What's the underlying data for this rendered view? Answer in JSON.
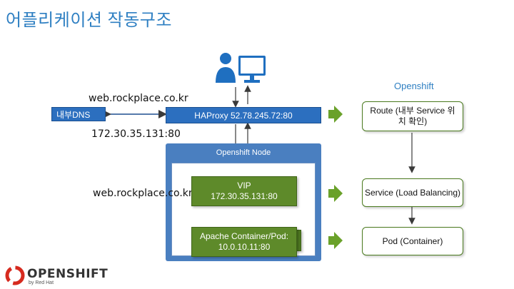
{
  "title": "어플리케이션 작동구조",
  "openshift_label": "Openshift",
  "dns_url_top": "web.rockplace.co.kr",
  "dns_box": "내부DNS",
  "dns_ip": "172.30.35.131:80",
  "haproxy_box": "HAProxy 52.78.245.72:80",
  "node_label": "Openshift Node",
  "vip_url": "web.rockplace.co.kr",
  "vip_box": "VIP\n172.30.35.131:80",
  "pod_box": "Apache Container/Pod:\n10.0.10.11:80",
  "route_box": "Route (내부 Service 위치 확인)",
  "service_box": "Service (Load Balancing)",
  "pod_right_box": "Pod (Container)",
  "logo": {
    "name": "OPENSHIFT",
    "sub": "by Red Hat"
  },
  "colors": {
    "accent": "#2e7fc2",
    "green": "#5e8a2a",
    "blue_box": "#2c6fbf",
    "node": "#4a7fc0",
    "arrow_green": "#6aa12a"
  },
  "icons": [
    "user-at-computer-icon",
    "openshift-logo-icon"
  ]
}
